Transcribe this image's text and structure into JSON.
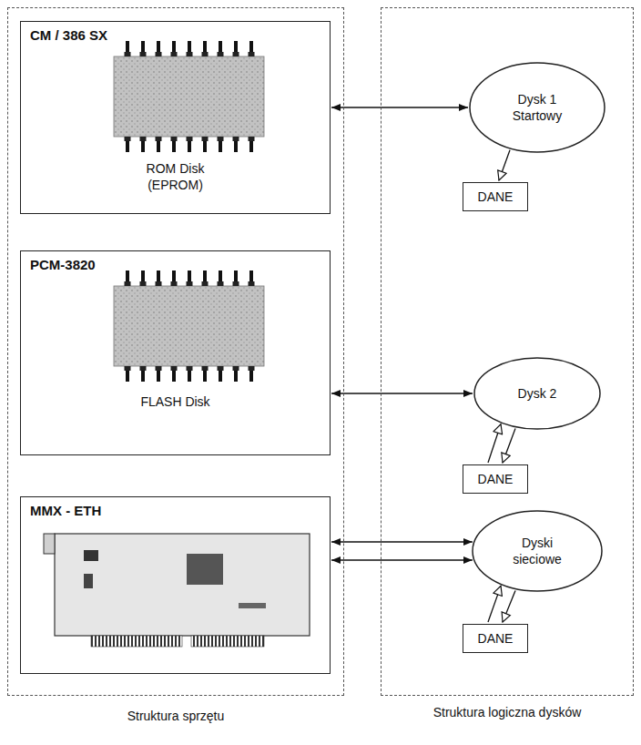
{
  "diagram": {
    "nodes": [
      {
        "text": [
          "Struktura sprzętu"
        ]
      },
      {
        "text": [
          "CM / 386 SX",
          "ROM Disk (EPROM)"
        ],
        "in": 0
      },
      {
        "text": [
          "PCM-3820",
          "FLASH Disk"
        ],
        "in": 0
      },
      {
        "text": [
          "MMX - ETH"
        ],
        "in": 0
      },
      {
        "text": [
          "Struktura logiczna dysków"
        ]
      },
      {
        "text": [
          "Dysk 1 Startowy"
        ],
        "in": 4
      },
      {
        "text": [
          "DANE"
        ],
        "in": 4
      },
      {
        "text": [
          "Dysk 2"
        ],
        "in": 4
      },
      {
        "text": [
          "DANE"
        ],
        "in": 4
      },
      {
        "text": [
          "Dyski sieciowe"
        ],
        "in": 4
      },
      {
        "text": [
          "DANE"
        ],
        "in": 4
      }
    ],
    "edges": [
      {
        "from": 1,
        "to": 5,
        "arrow": "both"
      },
      {
        "from": 2,
        "to": 7,
        "arrow": "both"
      },
      {
        "from": 3,
        "to": 9,
        "arrow": "both"
      },
      {
        "from": 3,
        "to": 9,
        "arrow": "both"
      },
      {
        "from": 5,
        "to": 6,
        "arrow": "to"
      },
      {
        "from": 7,
        "to": 8,
        "arrow": "to"
      },
      {
        "from": 8,
        "to": 7,
        "arrow": "to"
      },
      {
        "from": 9,
        "to": 10,
        "arrow": "to"
      },
      {
        "from": 10,
        "to": 9,
        "arrow": "to"
      }
    ]
  }
}
